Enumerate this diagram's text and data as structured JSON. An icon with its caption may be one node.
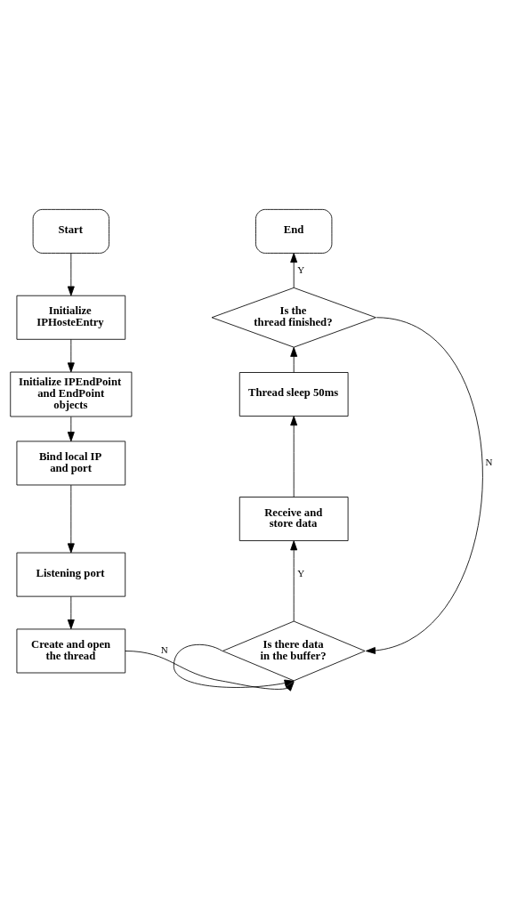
{
  "diagram": {
    "nodes": [
      {
        "text": [
          "Start"
        ]
      },
      {
        "text": [
          "Initialize IPHosteEntry"
        ]
      },
      {
        "text": [
          "Initialize IPEndPoint and EndPoint objects"
        ]
      },
      {
        "text": [
          "Bind local IP and port"
        ]
      },
      {
        "text": [
          "Listening port"
        ]
      },
      {
        "text": [
          "Create and open the thread"
        ]
      },
      {
        "text": [
          "End"
        ]
      },
      {
        "text": [
          "Is the thread finished?"
        ]
      },
      {
        "text": [
          "Thread sleep 50ms"
        ]
      },
      {
        "text": [
          "Receive and store data"
        ]
      },
      {
        "text": [
          "Is there data in the buffer?"
        ]
      }
    ],
    "edges": [
      {
        "from": 0,
        "to": 1,
        "arrow": "to"
      },
      {
        "from": 1,
        "to": 2,
        "arrow": "to"
      },
      {
        "from": 2,
        "to": 3,
        "arrow": "to"
      },
      {
        "from": 3,
        "to": 4,
        "arrow": "to"
      },
      {
        "from": 4,
        "to": 5,
        "arrow": "to"
      },
      {
        "from": 5,
        "to": 10,
        "arrow": "to"
      },
      {
        "from": 10,
        "to": 9,
        "arrow": "to",
        "label": "Y"
      },
      {
        "from": 9,
        "to": 8,
        "arrow": "to"
      },
      {
        "from": 8,
        "to": 7,
        "arrow": "to"
      },
      {
        "from": 7,
        "to": 6,
        "arrow": "to",
        "label": "Y"
      },
      {
        "from": 7,
        "to": 10,
        "arrow": "to",
        "label": "N"
      },
      {
        "from": 10,
        "to": 10,
        "arrow": "to",
        "label": "N"
      }
    ]
  }
}
